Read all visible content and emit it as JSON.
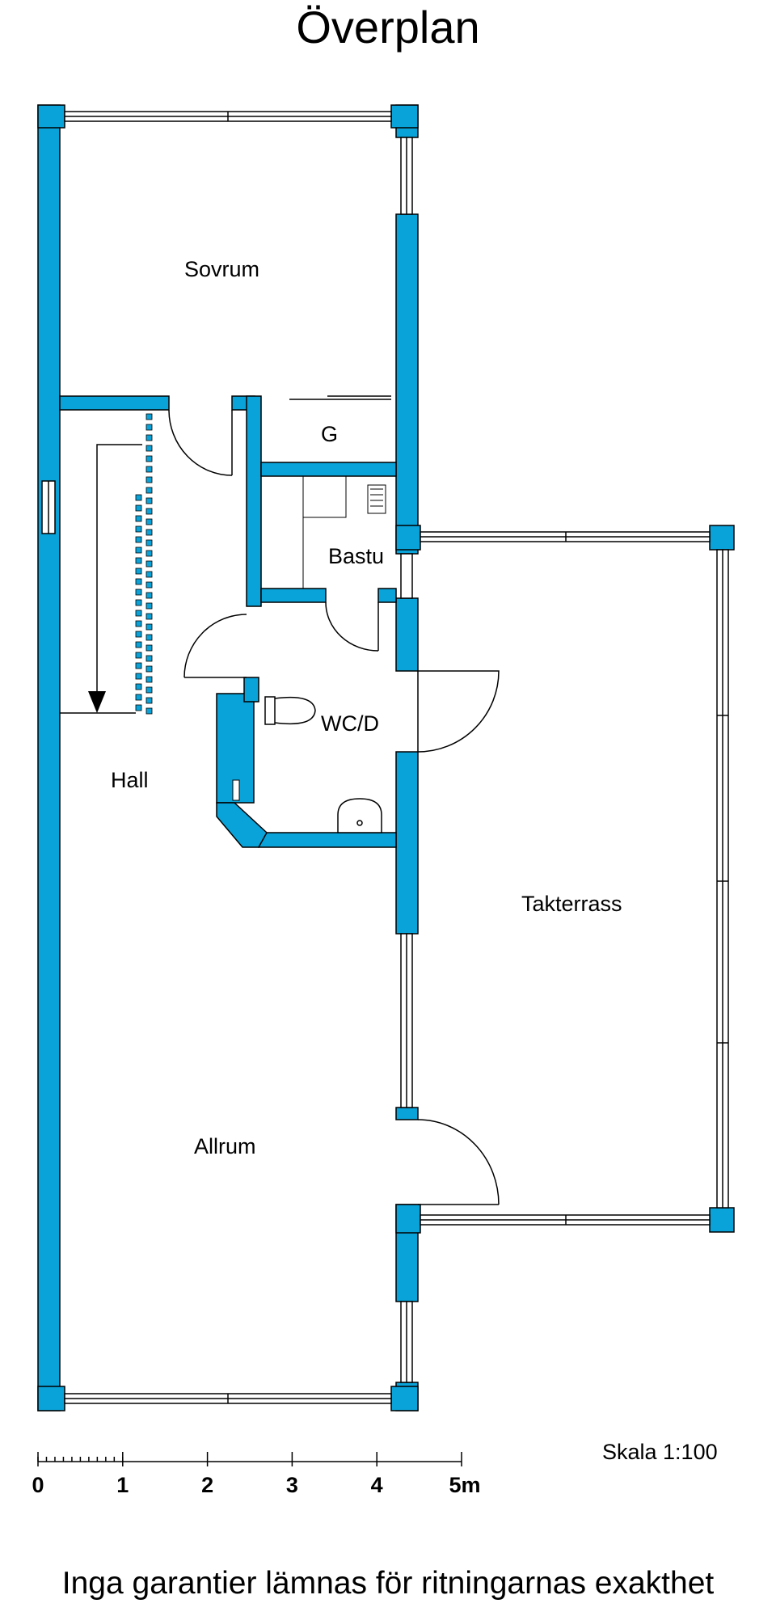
{
  "title": "Överplan",
  "rooms": {
    "sovrum": "Sovrum",
    "g": "G",
    "bastu": "Bastu",
    "wc": "WC/D",
    "hall": "Hall",
    "takterrass": "Takterrass",
    "allrum": "Allrum"
  },
  "scale_bar": {
    "labels": [
      "0",
      "1",
      "2",
      "3",
      "4",
      "5m"
    ]
  },
  "scale_text": "Skala 1:100",
  "disclaimer": "Inga garantier lämnas för ritningarnas exakthet",
  "colors": {
    "wall": "#0aa3d9",
    "line": "#000000",
    "background": "#ffffff"
  }
}
